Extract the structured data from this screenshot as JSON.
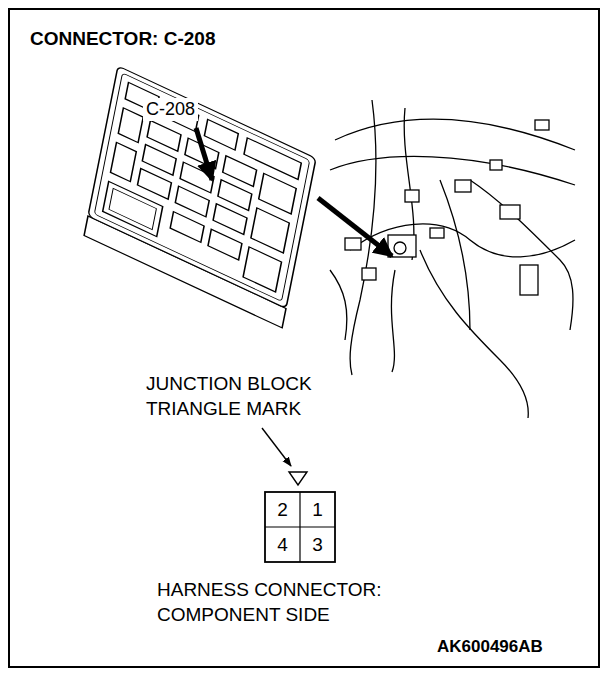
{
  "diagram": {
    "title": "CONNECTOR: C-208",
    "labels": [
      "C-208",
      "JUNCTION BLOCK TRIANGLE MARK",
      "2",
      "1",
      "4",
      "3",
      "HARNESS CONNECTOR: COMPONENT SIDE",
      "AK600496AB"
    ]
  }
}
